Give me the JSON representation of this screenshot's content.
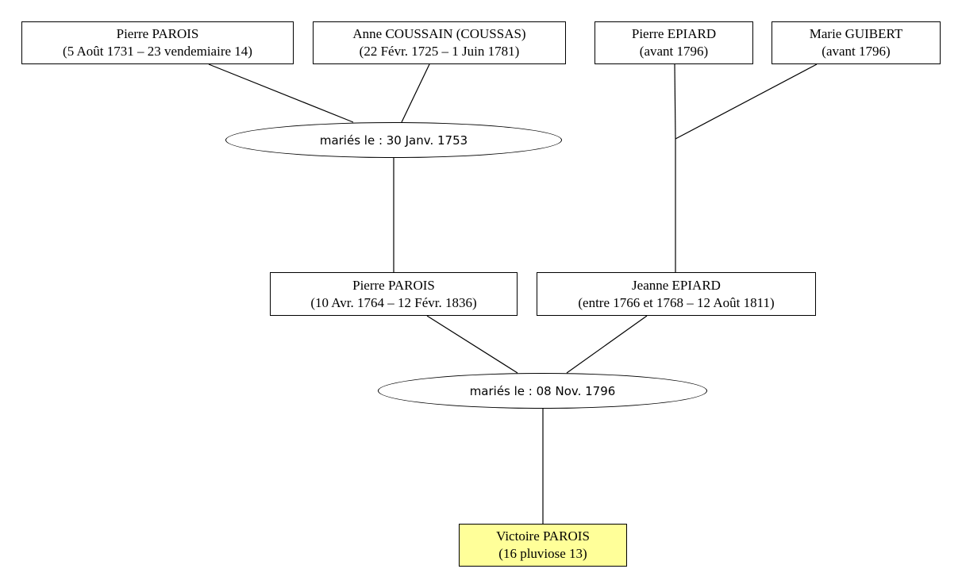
{
  "generation_1": {
    "pierre_parois_sr": {
      "name": "Pierre PAROIS",
      "dates": "(5 Août 1731 – 23 vendemiaire 14)"
    },
    "anne_coussain": {
      "name": "Anne COUSSAIN (COUSSAS)",
      "dates": "(22 Févr. 1725 – 1 Juin 1781)"
    },
    "pierre_epiard": {
      "name": "Pierre EPIARD",
      "dates": "(avant 1796)"
    },
    "marie_guibert": {
      "name": "Marie GUIBERT",
      "dates": "(avant 1796)"
    }
  },
  "marriage_1": {
    "label": "mariés le : 30 Janv. 1753"
  },
  "generation_2": {
    "pierre_parois_jr": {
      "name": "Pierre PAROIS",
      "dates": "(10 Avr. 1764 – 12 Févr. 1836)"
    },
    "jeanne_epiard": {
      "name": "Jeanne EPIARD",
      "dates": "(entre 1766 et 1768 – 12 Août 1811)"
    }
  },
  "marriage_2": {
    "label": "mariés le : 08 Nov. 1796"
  },
  "generation_3": {
    "victoire_parois": {
      "name": "Victoire PAROIS",
      "dates": "(16 pluviose 13)"
    }
  },
  "colors": {
    "selected_fill": "#ffff99",
    "box_fill": "#ffffff",
    "line": "#000000"
  }
}
